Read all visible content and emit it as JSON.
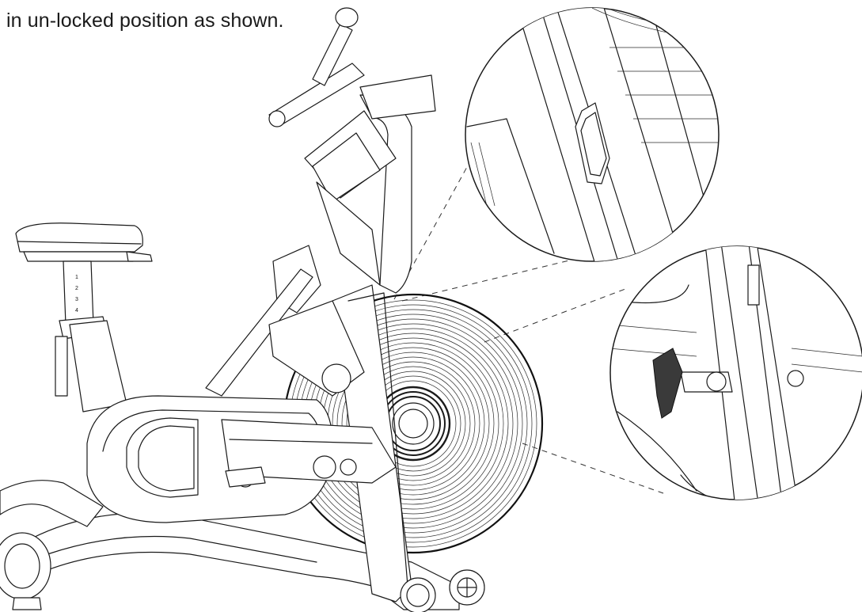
{
  "instruction": {
    "caption": "in un-locked position as shown."
  },
  "seat_scale": [
    "1",
    "2",
    "3",
    "4"
  ],
  "icons": {
    "bike": "air-bike-line-drawing",
    "detail_top": "lock-slot-detail-magnified",
    "detail_right": "pop-pin-knob-detail-magnified"
  }
}
